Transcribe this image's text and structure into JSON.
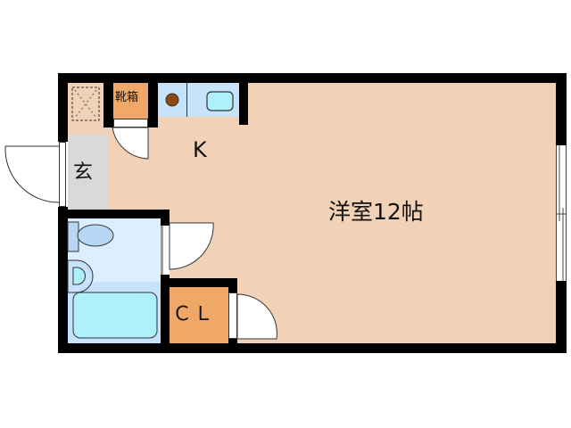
{
  "floorplan": {
    "rooms": {
      "western_room": {
        "label": "洋室12帖",
        "color": "#f1d2b6"
      },
      "kitchen": {
        "label": "K"
      },
      "entrance": {
        "label": "玄",
        "color": "#d9d9d9"
      },
      "shoe_box": {
        "label": "靴箱",
        "color": "#f0a868"
      },
      "closet": {
        "label": "ＣＬ",
        "color": "#f0a868"
      },
      "washroom": {
        "color": "#dcefff"
      },
      "bath": {
        "color": "#c7e2fb"
      },
      "kitchen_counter": {
        "color": "#c7e2fb"
      }
    },
    "colors": {
      "wall": "#000000",
      "floor": "#f1d2b6",
      "fixture_blue": "#aef0fb",
      "stove_burner": "#8a4a10"
    }
  }
}
